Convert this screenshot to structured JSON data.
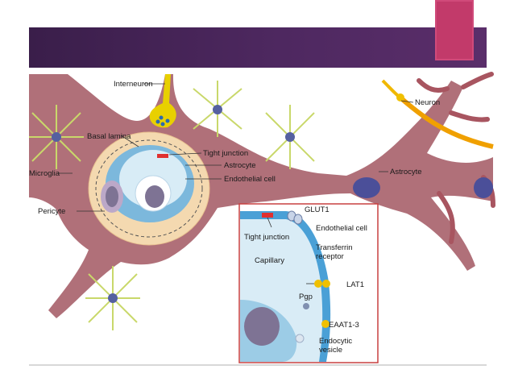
{
  "slide": {
    "title": "",
    "accent_color": "#c23a6a",
    "title_bar_color": "#4a2660"
  },
  "diagram": {
    "labels": {
      "interneuron": "Interneuron",
      "basal_lamina": "Basal lamina",
      "tight_junction": "Tight junction",
      "astrocyte_left": "Astrocyte",
      "endothelial_cell": "Endothelial cell",
      "microglia": "Microglia",
      "pericyte": "Pericyte",
      "neuron": "Neuron",
      "astrocyte_right": "Astrocyte"
    },
    "inset": {
      "glut1": "GLUT1",
      "tight_junction": "Tight junction",
      "endothelial_cell": "Endothelial cell",
      "transferrin_receptor_line1": "Transferrin",
      "transferrin_receptor_line2": "receptor",
      "capillary": "Capillary",
      "lat1": "LAT1",
      "pgp": "Pgp",
      "eaat": "EAAT1-3",
      "endocytic_line1": "Endocytic",
      "endocytic_line2": "vesicle"
    }
  }
}
